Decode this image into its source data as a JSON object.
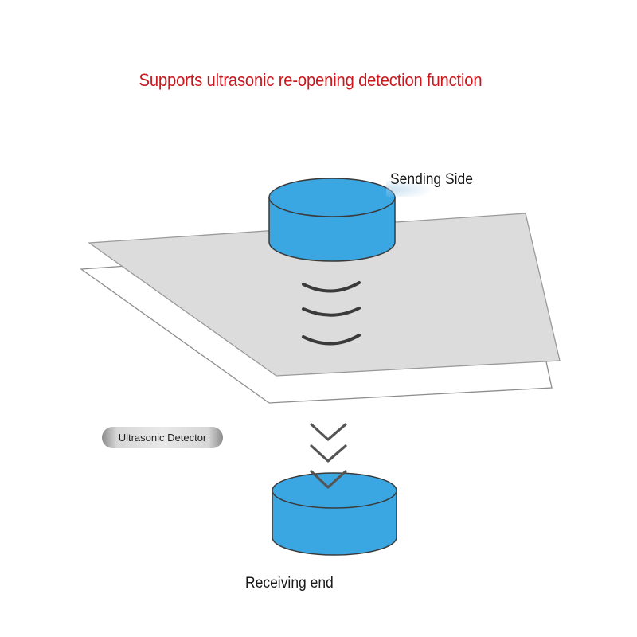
{
  "diagram": {
    "title": "Supports ultrasonic re-opening detection function",
    "sending_label": "Sending Side",
    "receiving_label": "Receiving end",
    "detector_label": "Ultrasonic Detector"
  },
  "colors": {
    "title": "#c8191e",
    "cylinder_fill": "#3aa7e2",
    "cylinder_stroke": "#3a3a3a",
    "panel_front": "#dcdcdc",
    "panel_back": "#ffffff",
    "wave": "#3a3a3a",
    "chevron": "#555555"
  },
  "icons": {
    "sending_device": "cylinder-transmitter-icon",
    "receiving_device": "cylinder-receiver-icon",
    "waves": "sound-wave-icon",
    "arrows": "chevron-down-icon"
  }
}
